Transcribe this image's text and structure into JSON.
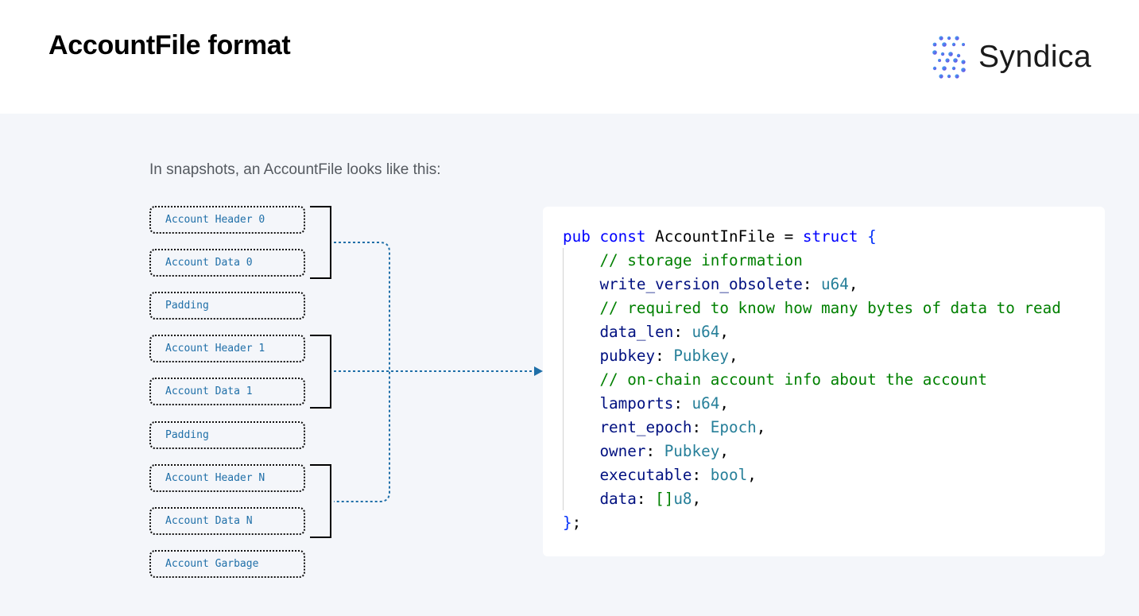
{
  "header": {
    "title": "AccountFile format",
    "logo_text": "Syndica"
  },
  "intro": "In snapshots, an AccountFile looks like this:",
  "blocks": [
    "Account Header 0",
    "Account Data 0",
    "Padding",
    "Account Header 1",
    "Account Data 1",
    "Padding",
    "Account Header N",
    "Account Data N",
    "Account Garbage"
  ],
  "code": {
    "line1": {
      "kw_pub": "pub",
      "kw_const": "const",
      "name": "AccountInFile",
      "eq": "=",
      "kw_struct": "struct",
      "open": "{"
    },
    "comments": [
      "// storage information",
      "// required to know how many bytes of data to read",
      "// on-chain account info about the account"
    ],
    "fields": [
      {
        "name": "write_version_obsolete",
        "type": "u64"
      },
      {
        "name": "data_len",
        "type": "u64"
      },
      {
        "name": "pubkey",
        "type": "Pubkey"
      },
      {
        "name": "lamports",
        "type": "u64"
      },
      {
        "name": "rent_epoch",
        "type": "Epoch"
      },
      {
        "name": "owner",
        "type": "Pubkey"
      },
      {
        "name": "executable",
        "type": "bool"
      },
      {
        "name": "data",
        "slice": "[]",
        "type": "u8"
      }
    ],
    "close": "}",
    "semicolon": ";"
  },
  "colors": {
    "keyword": "#0000ff",
    "field": "#001080",
    "type": "#267f99",
    "comment": "#008000",
    "block_text": "#1f6fa8",
    "connector": "#1f6fa8",
    "logo_gradient_start": "#2fb8f0",
    "logo_gradient_end": "#7a3ce6"
  },
  "icons": {
    "logo": "syndica-dots-logo-icon",
    "arrow": "arrow-right-icon"
  }
}
